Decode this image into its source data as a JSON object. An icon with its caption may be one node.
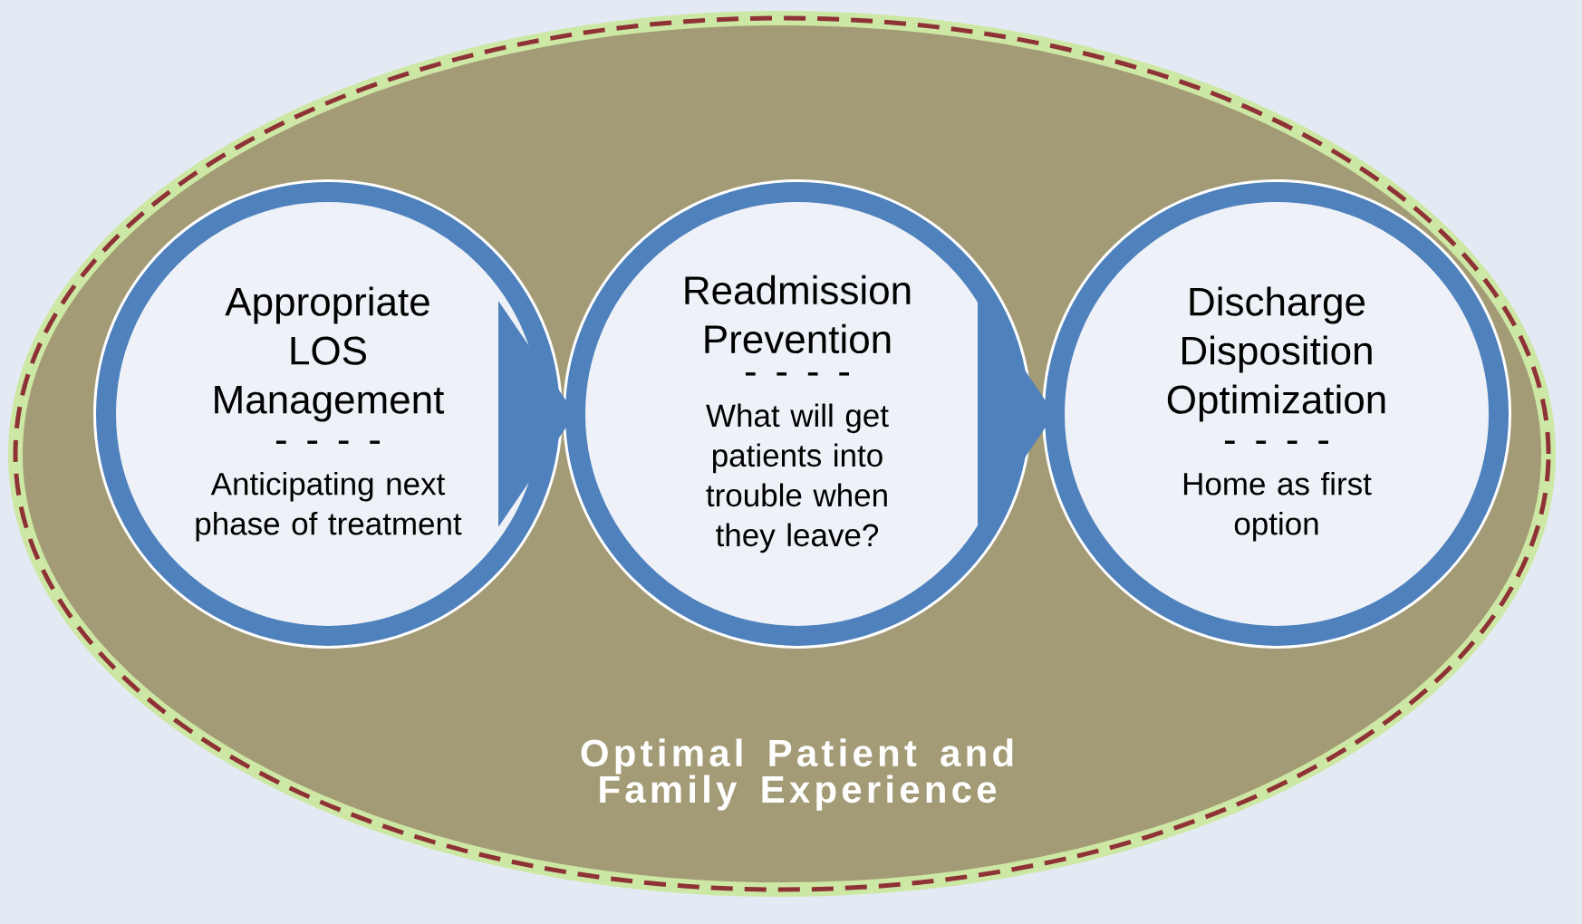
{
  "diagram": {
    "nodes": [
      {
        "text": [
          "Optimal Patient and Family Experience"
        ]
      },
      {
        "text": [
          "Appropriate LOS Management",
          "- - - -",
          "Anticipating next phase of treatment"
        ],
        "in": 0
      },
      {
        "text": [
          "Readmission Prevention",
          "- - - -",
          "What will get patients into trouble when they leave?"
        ],
        "in": 0
      },
      {
        "text": [
          "Discharge Disposition Optimization",
          "- - - -",
          "Home as first option"
        ],
        "in": 0
      }
    ],
    "edges": [
      {
        "from": 1,
        "to": 2,
        "arrow": "to"
      },
      {
        "from": 2,
        "to": 3,
        "arrow": "to"
      }
    ]
  }
}
